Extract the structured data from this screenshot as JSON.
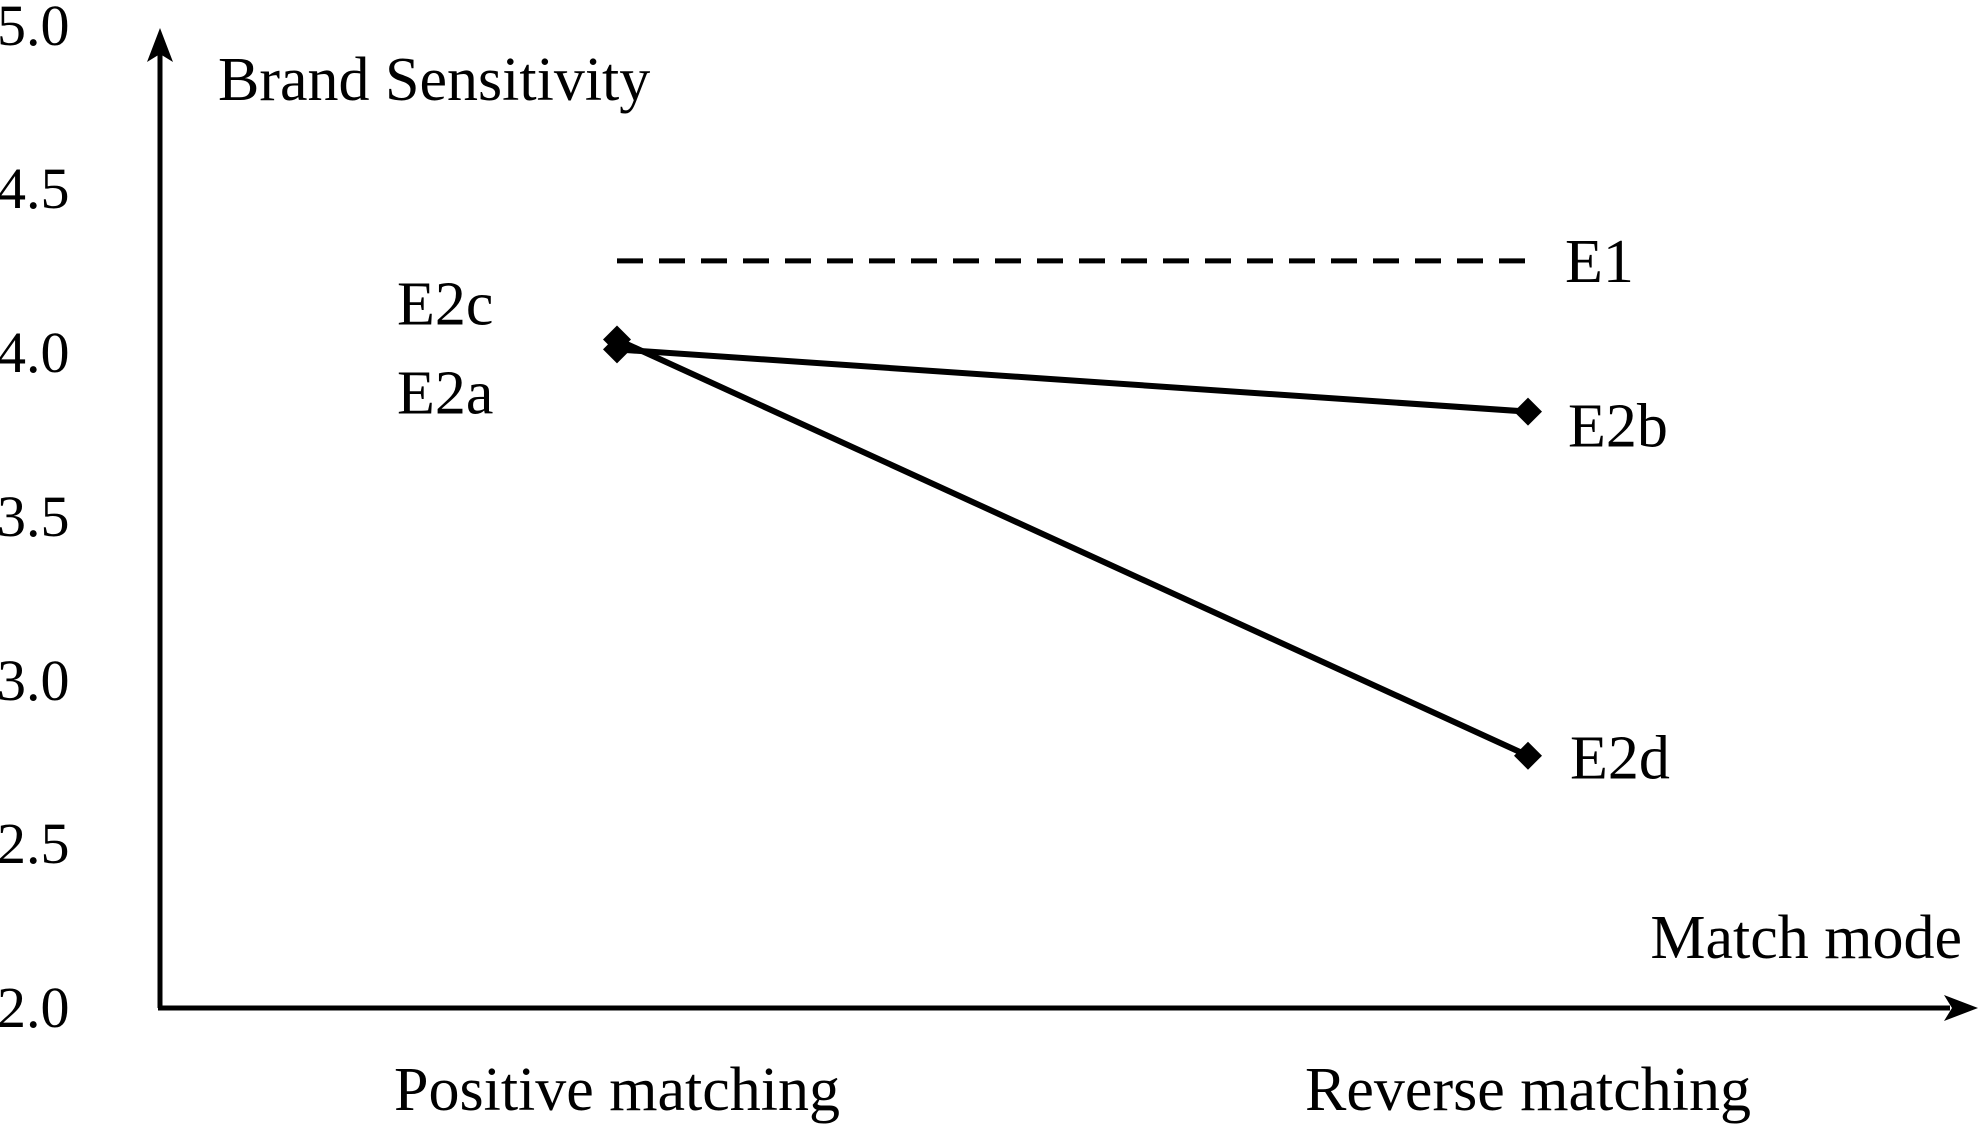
{
  "chart_data": {
    "type": "line",
    "title": "",
    "ylabel": "Brand Sensitivity",
    "xlabel": "Match mode",
    "categories": [
      "Positive matching",
      "Reverse matching"
    ],
    "ylim": [
      2.0,
      5.0
    ],
    "yticks": [
      "2.0",
      "2.5",
      "3.0",
      "3.5",
      "4.0",
      "4.5",
      "5.0"
    ],
    "grid": false,
    "series": [
      {
        "name": "E1",
        "style": "dashed",
        "values": [
          4.28,
          4.28
        ],
        "label_at": "end"
      },
      {
        "names": [
          "E2a",
          "E2b"
        ],
        "style": "solid",
        "values": [
          4.01,
          3.82
        ]
      },
      {
        "names": [
          "E2c",
          "E2d"
        ],
        "style": "solid",
        "values": [
          4.04,
          2.77
        ]
      }
    ],
    "colors": {
      "line": "#000000",
      "marker": "#000000",
      "background": "#ffffff"
    },
    "marker": "diamond"
  }
}
